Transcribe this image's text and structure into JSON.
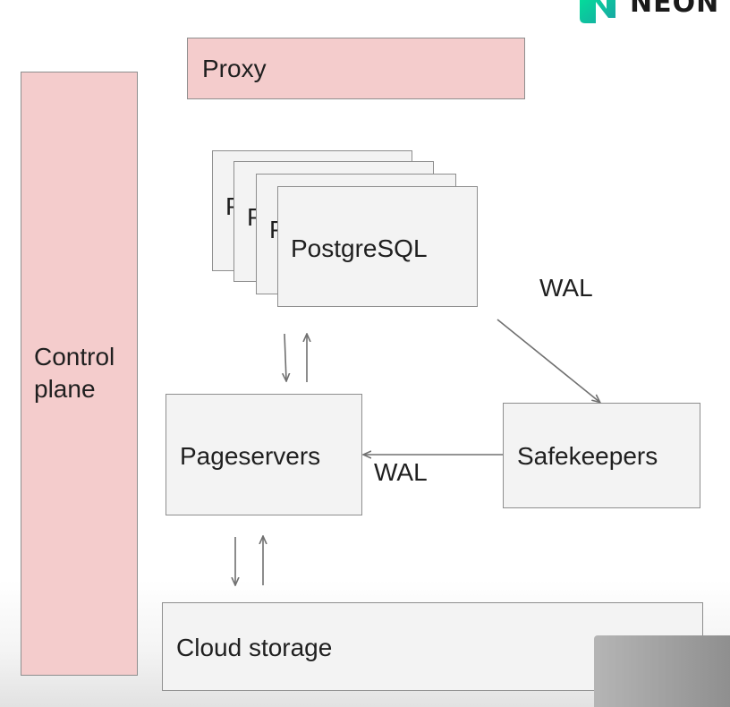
{
  "logo": {
    "text": "NEON",
    "icon": "neon-logo-icon"
  },
  "nodes": {
    "proxy": "Proxy",
    "control_plane": "Control plane",
    "postgres_stack": [
      "P",
      "P",
      "P",
      "PostgreSQL"
    ],
    "pageservers": "Pageservers",
    "safekeepers": "Safekeepers",
    "cloud_storage": "Cloud storage"
  },
  "edges": {
    "postgres_to_safekeepers": "WAL",
    "safekeepers_to_pageservers": "WAL"
  },
  "colors": {
    "pink_fill": "#f4cccc",
    "grey_fill": "#f3f3f3",
    "border": "#8e8e8e",
    "arrow": "#707070",
    "logo_green_start": "#00e599",
    "logo_green_end": "#1aa3a3"
  }
}
